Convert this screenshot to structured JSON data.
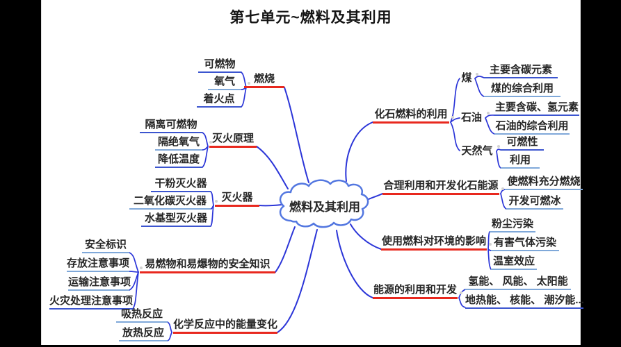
{
  "title": "第七单元~燃料及其利用",
  "center": {
    "label": "燃料及其利用"
  },
  "colors": {
    "background": "#000000",
    "canvas": "#ffffff",
    "branch_line": "#2b35d8",
    "cloud_border": "#5377e0",
    "parent_underline_red": "#e8281e",
    "leaf_underline_blue": "#3c55cf",
    "leaf_underline_light": "#7fa8d9",
    "text": "#262626"
  },
  "left_branches": [
    {
      "label": "燃烧",
      "children": [
        "可燃物",
        "氧气",
        "着火点"
      ]
    },
    {
      "label": "灭火原理",
      "children": [
        "隔离可燃物",
        "隔绝氧气",
        "降低温度"
      ]
    },
    {
      "label": "灭火器",
      "children": [
        "干粉灭火器",
        "二氧化碳灭火器",
        "水基型灭火器"
      ]
    },
    {
      "label": "易燃物和易爆物的安全知识",
      "children": [
        "安全标识",
        "存放注意事项",
        "运输注意事项",
        "火灾处理注意事项"
      ]
    },
    {
      "label": "化学反应中的能量变化",
      "children": [
        "吸热反应",
        "放热反应"
      ]
    }
  ],
  "right_branches": [
    {
      "label": "化石燃料的利用",
      "children": [
        {
          "label": "煤",
          "children": [
            "主要含碳元素",
            "煤的综合利用"
          ]
        },
        {
          "label": "石油",
          "children": [
            "主要含碳、氢元素",
            "石油的综合利用"
          ]
        },
        {
          "label": "天然气",
          "children": [
            "可燃性",
            "利用"
          ]
        }
      ]
    },
    {
      "label": "合理利用和开发化石能源",
      "children": [
        "使燃料充分燃烧",
        "开发可燃冰"
      ]
    },
    {
      "label": "使用燃料对环境的影响",
      "children": [
        "粉尘污染",
        "有害气体污染",
        "温室效应"
      ]
    },
    {
      "label": "能源的利用和开发",
      "children": [
        "氢能、 风能、 太阳能",
        "地热能、 核能、 潮汐能..."
      ]
    }
  ]
}
